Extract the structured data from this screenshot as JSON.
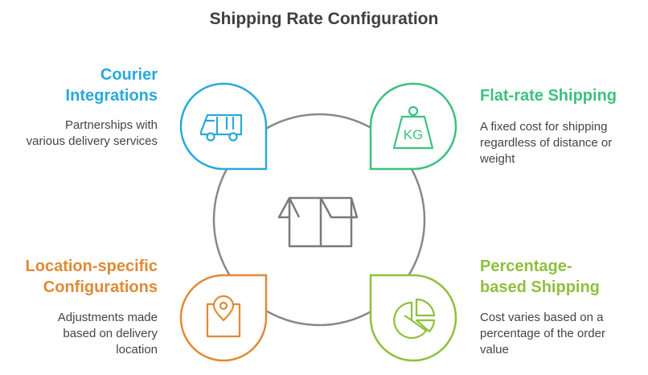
{
  "title": "Shipping Rate Configuration",
  "colors": {
    "courier": "#29a9db",
    "flat": "#3cc17e",
    "location": "#e08a35",
    "percentage": "#8fc03d",
    "ring": "#888888",
    "text": "#444444"
  },
  "items": [
    {
      "key": "courier",
      "icon": "truck-icon",
      "heading_line1": "Courier",
      "heading_line2": "Integrations",
      "desc_line1": "Partnerships with",
      "desc_line2": "various delivery services"
    },
    {
      "key": "flat",
      "icon": "weight-kg-icon",
      "heading_line1": "Flat-rate Shipping",
      "desc_line1": "A fixed cost for shipping",
      "desc_line2": "regardless of distance or",
      "desc_line3": "weight"
    },
    {
      "key": "location",
      "icon": "location-pin-icon",
      "heading_line1": "Location-specific",
      "heading_line2": "Configurations",
      "desc_line1": "Adjustments made",
      "desc_line2": "based on delivery",
      "desc_line3": "location"
    },
    {
      "key": "percentage",
      "icon": "pie-chart-icon",
      "heading_line1": "Percentage-",
      "heading_line2": "based Shipping",
      "desc_line1": "Cost varies based on a",
      "desc_line2": "percentage of the order",
      "desc_line3": "value"
    }
  ],
  "center_icon": "open-box-icon"
}
